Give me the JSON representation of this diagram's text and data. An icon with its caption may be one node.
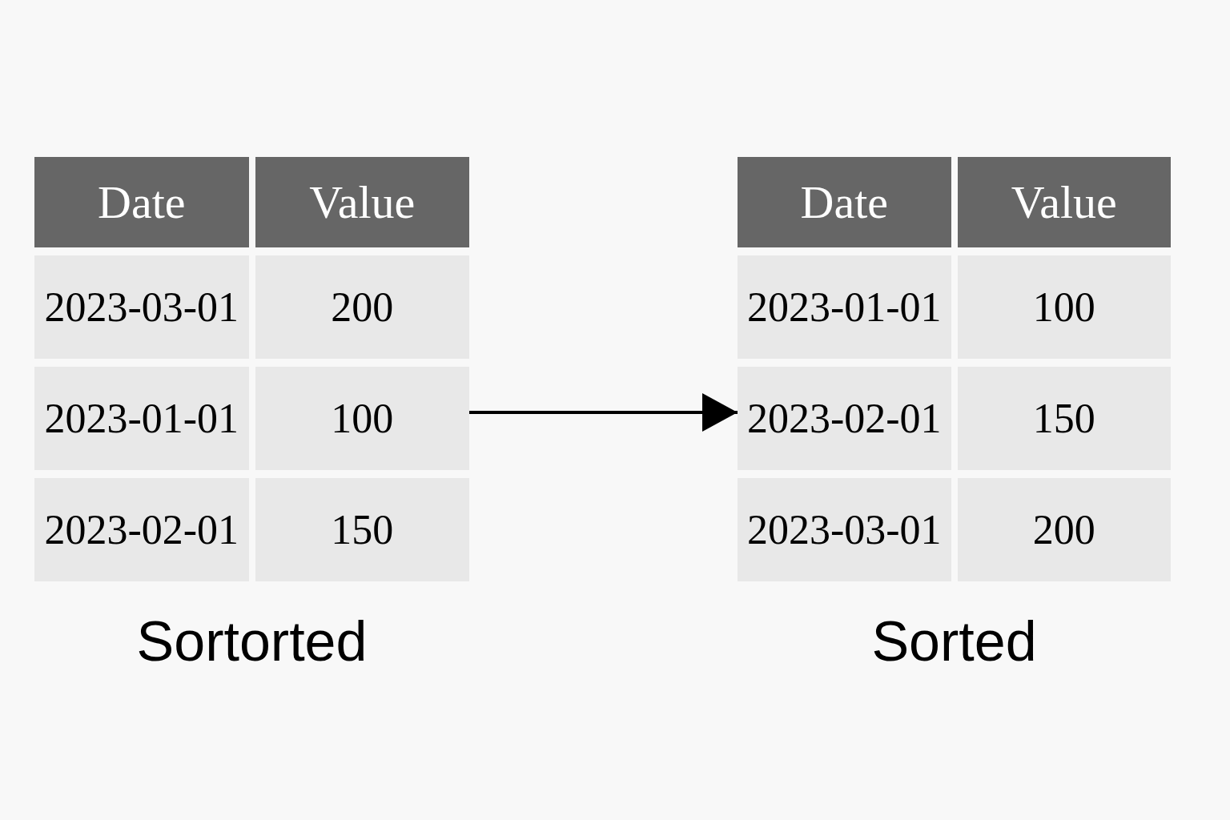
{
  "diagram": {
    "nodes": [
      {
        "text": [
          "Date",
          "Value",
          "2023-03-01",
          "200",
          "2023-01-01",
          "100",
          "2023-02-01",
          "150"
        ],
        "beside": [
          "Sortorted"
        ]
      },
      {
        "text": [
          "Date",
          "Value",
          "2023-01-01",
          "100",
          "2023-02-01",
          "150",
          "2023-03-01",
          "200"
        ],
        "beside": [
          "Sorted"
        ]
      }
    ],
    "edges": [
      {
        "from": 0,
        "to": 1,
        "arrow": "to"
      }
    ]
  }
}
